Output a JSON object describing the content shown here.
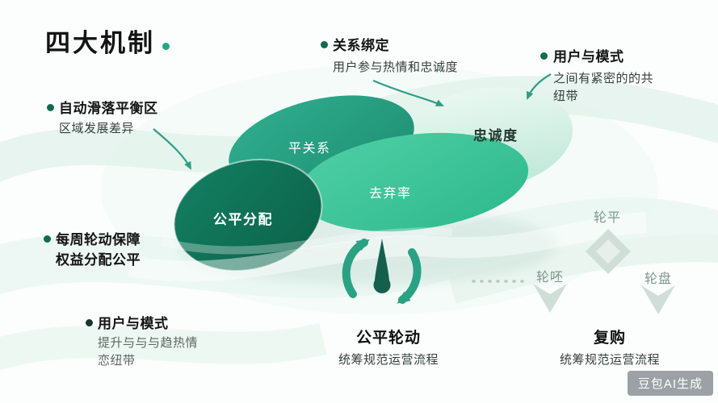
{
  "title": {
    "text": "四大机制"
  },
  "callouts": {
    "relationship_binding": {
      "label": "关系绑定",
      "desc": "用户参与热情和忠诚度"
    },
    "user_mode_top": {
      "label": "用户与模式",
      "desc1": "之间有紧密的的共",
      "desc2": "纽带"
    },
    "auto_slide_balance": {
      "label": "自动滑落平衡区",
      "desc": "区域发展差异"
    },
    "weekly_rotation": {
      "line1": "每周轮动保障",
      "line2": "权益分配公平"
    },
    "user_mode_bottom": {
      "label": "用户与模式",
      "desc1": "提升与与与趋热情",
      "desc2": "恋纽带"
    }
  },
  "blob_labels": {
    "top": "平关系",
    "left": "公平分配",
    "center": "去弃率",
    "right": "忠诚度"
  },
  "rotation_section": {
    "label": "公平轮动",
    "desc": "统筹规范运营流程"
  },
  "repurchase_section": {
    "label": "复购",
    "desc": "统筹规范运营流程",
    "node_top": "轮平",
    "node_left": "轮呸",
    "node_right": "轮盘"
  },
  "watermark": "豆包AI生成",
  "colors": {
    "dark_green": "#0d6b52",
    "teal": "#2aa183",
    "green": "#35c096",
    "mint": "#cdeadd",
    "text_dark": "#1a1a1a",
    "muted_node": "#7f978d"
  }
}
